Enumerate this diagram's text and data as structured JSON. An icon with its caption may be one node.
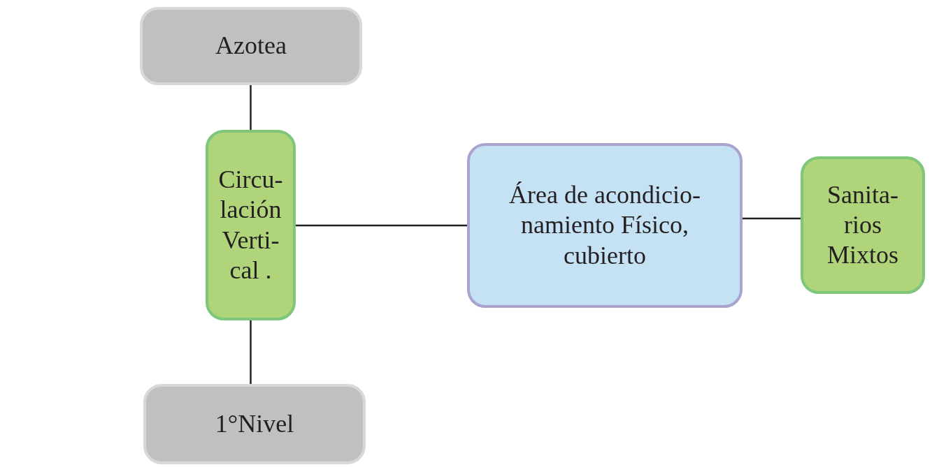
{
  "diagram": {
    "nodes": [
      {
        "text": [
          "Azotea"
        ]
      },
      {
        "text": [
          "Circu- lación Verti- cal ."
        ]
      },
      {
        "text": [
          "Área de acondicio- namiento Físico, cubierto"
        ]
      },
      {
        "text": [
          "Sanita- rios Mixtos"
        ]
      },
      {
        "text": [
          "1°Nivel"
        ]
      }
    ],
    "edges": [
      {
        "from": 0,
        "to": 1,
        "arrow": "none"
      },
      {
        "from": 1,
        "to": 4,
        "arrow": "none"
      },
      {
        "from": 1,
        "to": 2,
        "arrow": "none"
      },
      {
        "from": 2,
        "to": 3,
        "arrow": "none"
      }
    ]
  }
}
